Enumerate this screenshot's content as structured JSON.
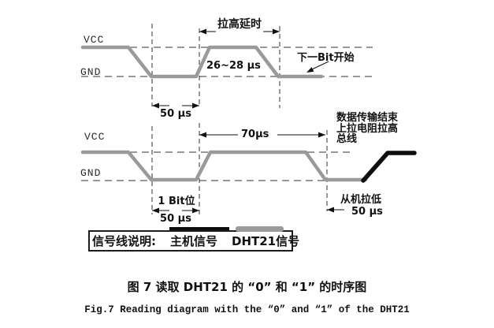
{
  "colors": {
    "dht21_signal_gray": "#9a9a9a",
    "host_signal_black": "#0d0d0d",
    "construction_lines": "#333333",
    "text": "#111111",
    "background": "#ffffff"
  },
  "top_diagram": {
    "vcc_label": "VCC",
    "gnd_label": "GND",
    "pull_high_delay_label": "拉高延时",
    "high_time_label": "26~28 μs",
    "next_bit_label": "下一Bit开始",
    "low_time_label": "50 μs"
  },
  "bottom_diagram": {
    "vcc_label": "VCC",
    "gnd_label": "GND",
    "high_time_label": "70μs",
    "data_end_label": "数据传输结束\n上拉电阻拉高\n总线",
    "bit_label": "1 Bit位",
    "bit_low_time_label": "50 μs",
    "slave_pull_low_label": "从机拉低",
    "slave_low_time_label": "50 μs"
  },
  "legend": {
    "title": "信号线说明:",
    "host_label": "主机信号",
    "dht21_label": "DHT21信号"
  },
  "captions": {
    "chinese": "图 7  读取 DHT21 的 “0” 和 “1” 的时序图",
    "english": "Fig.7  Reading diagram with the “0” and “1” of the DHT21"
  }
}
